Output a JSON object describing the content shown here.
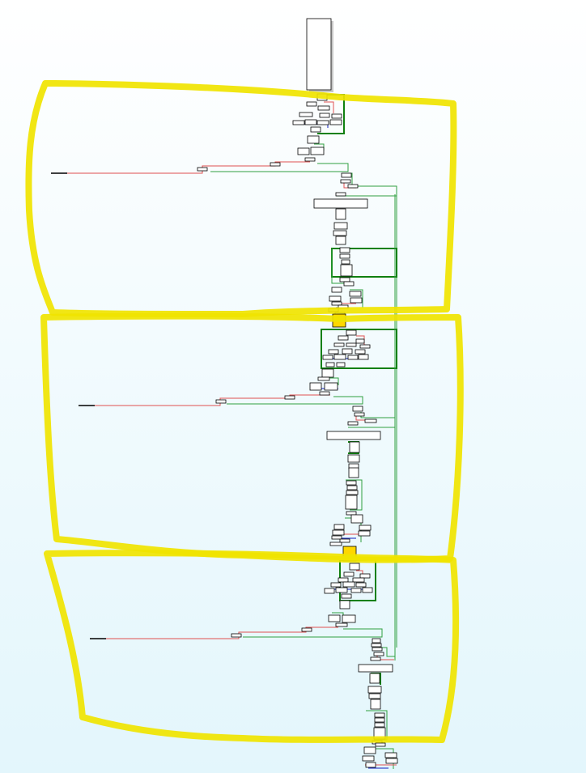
{
  "graph_view": {
    "colors": {
      "background_top": "#ffffff",
      "background_bottom": "#e3f6fc",
      "node_fill": "#ffffff",
      "node_border": "#000000",
      "selected_node": "#ffd700",
      "edge_false": "#e05050",
      "edge_true": "#30a040",
      "edge_unconditional": "#1020c0",
      "loop_edge": "#108010",
      "highlight_marker": "#f0e400"
    },
    "icons": [
      "selected-node-marker",
      "highlighter-annotation"
    ],
    "annotations": {
      "type": "hand-drawn highlight loops",
      "count": 3
    }
  }
}
